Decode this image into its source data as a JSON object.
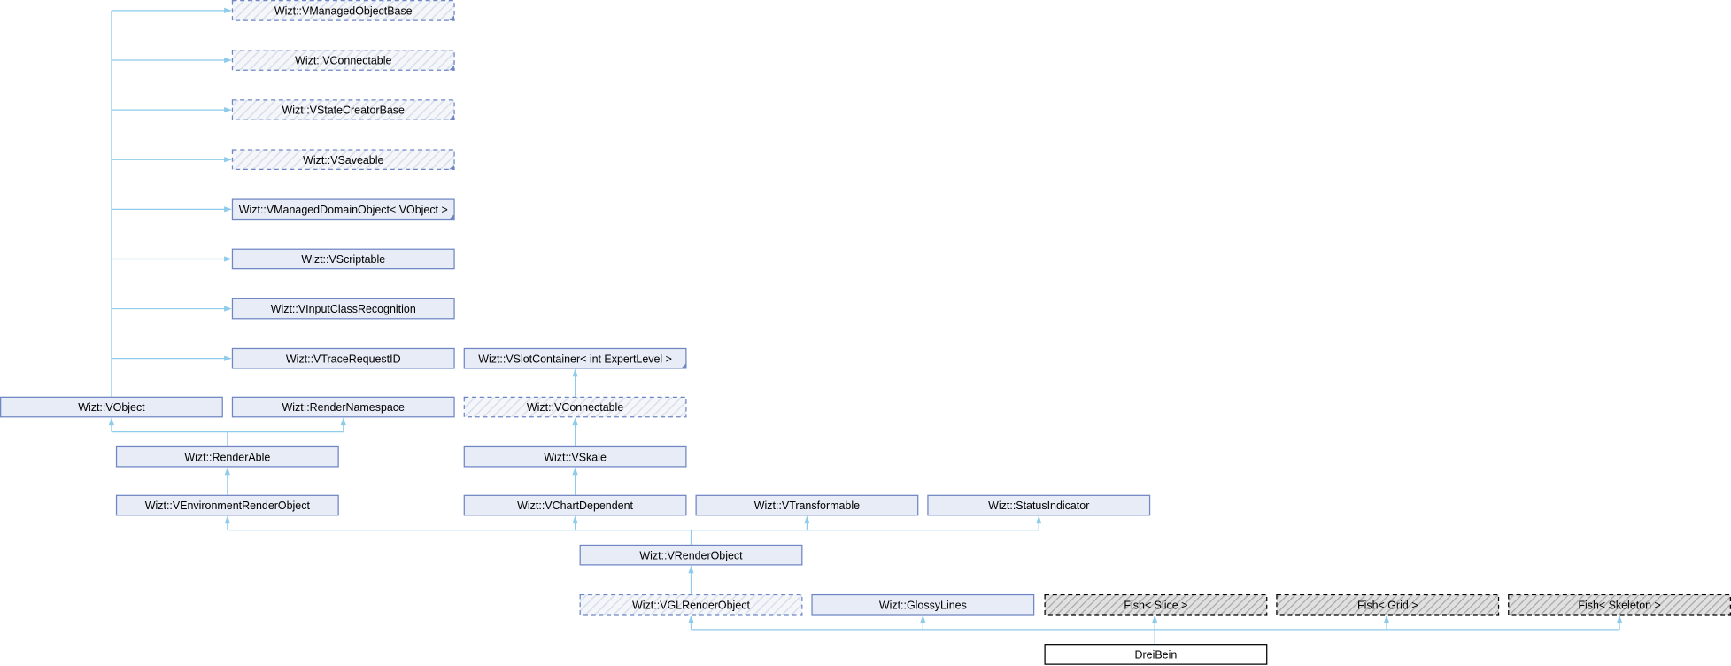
{
  "diagram": {
    "title": "Inheritance graph for DreiBein",
    "colors": {
      "box_fill": "#e8ecf6",
      "box_stroke": "#6f86c4",
      "edge": "#8fcbea",
      "gray_hatch": "#bdbdbd",
      "focus_stroke": "#000000"
    },
    "nodes": {
      "vmanagedobjectbase": "Wizt::VManagedObjectBase",
      "vconnectable_top": "Wizt::VConnectable",
      "vstatecreatorbase": "Wizt::VStateCreatorBase",
      "vsaveable": "Wizt::VSaveable",
      "vmanageddomainobject": "Wizt::VManagedDomainObject< VObject >",
      "vscriptable": "Wizt::VScriptable",
      "vinputclassrecognition": "Wizt::VInputClassRecognition",
      "vtracerequestid": "Wizt::VTraceRequestID",
      "vslotcontainer": "Wizt::VSlotContainer< int ExpertLevel >",
      "vobject": "Wizt::VObject",
      "rendernamespace": "Wizt::RenderNamespace",
      "vconnectable_mid": "Wizt::VConnectable",
      "renderable": "Wizt::RenderAble",
      "vskale": "Wizt::VSkale",
      "venvironmentrenderobject": "Wizt::VEnvironmentRenderObject",
      "vchartdependent": "Wizt::VChartDependent",
      "vtransformable": "Wizt::VTransformable",
      "statusindicator": "Wizt::StatusIndicator",
      "vrenderobject": "Wizt::VRenderObject",
      "vglrenderobject": "Wizt::VGLRenderObject",
      "glossylines": "Wizt::GlossyLines",
      "fish_slice": "Fish< Slice >",
      "fish_grid": "Fish< Grid >",
      "fish_skeleton": "Fish< Skeleton >",
      "dreibein": "DreiBein"
    }
  }
}
